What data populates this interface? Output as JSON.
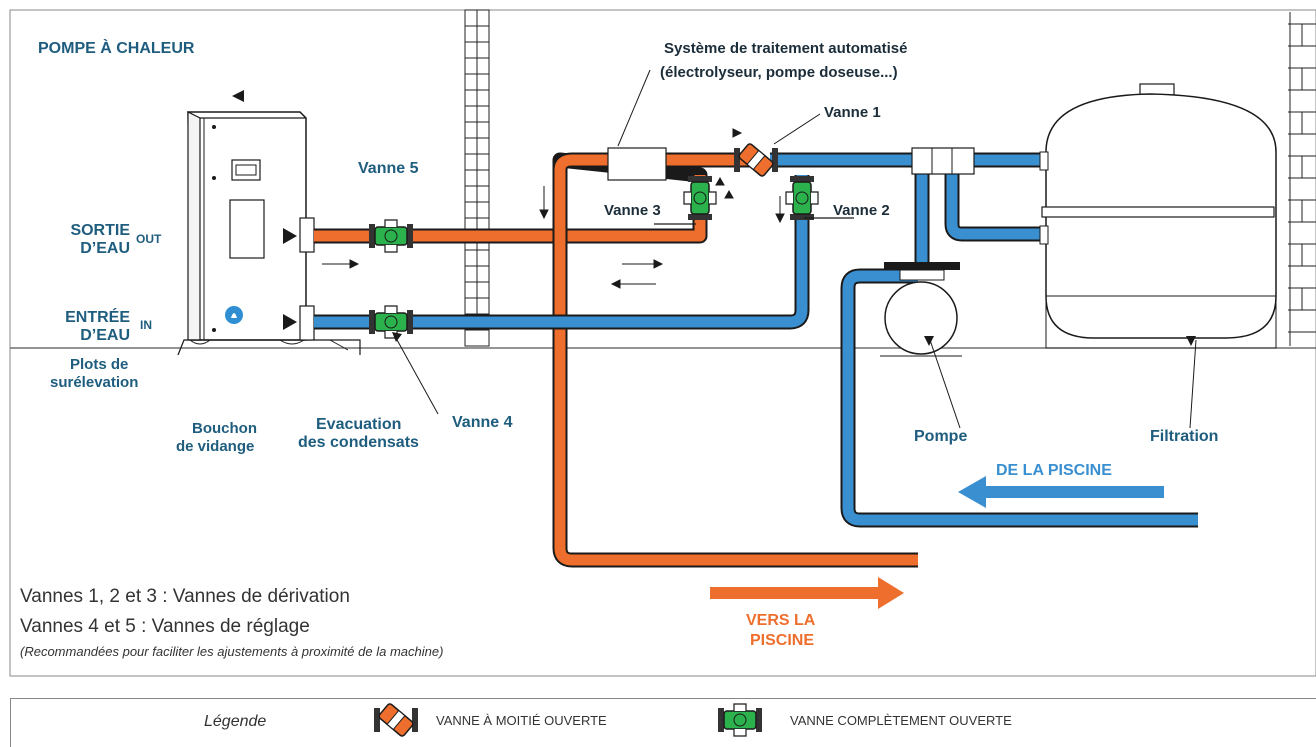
{
  "title": "POMPE À CHALEUR",
  "treatment_label": {
    "line1": "Système de traitement automatisé",
    "line2": "(électrolyseur, pompe doseuse...)"
  },
  "valves": {
    "v1": "Vanne 1",
    "v2": "Vanne 2",
    "v3": "Vanne 3",
    "v4": "Vanne 4",
    "v5": "Vanne 5"
  },
  "outlet": {
    "line1": "SORTIE",
    "line2": "D’EAU",
    "tag": "OUT"
  },
  "inlet": {
    "line1": "ENTRÉE",
    "line2": "D’EAU",
    "tag": "IN"
  },
  "plots": {
    "line1": "Plots de",
    "line2": "surélevation"
  },
  "drain": {
    "line1": "Bouchon",
    "line2": "de vidange"
  },
  "condensate": {
    "line1": "Evacuation",
    "line2": "des condensats"
  },
  "pump": "Pompe",
  "filtration": "Filtration",
  "from_pool": "DE LA PISCINE",
  "to_pool": {
    "line1": "VERS LA",
    "line2": "PISCINE"
  },
  "notes": {
    "bypass": "Vannes 1, 2 et 3 : Vannes de dérivation",
    "adjust": "Vannes 4 et 5 : Vannes de réglage",
    "recommended": "(Recommandées pour faciliter les ajustements à proximité de la machine)"
  },
  "legend": {
    "title": "Légende",
    "half_open": "VANNE À MOITIÉ OUVERTE",
    "fully_open": "VANNE COMPLÈTEMENT OUVERTE"
  },
  "colors": {
    "hot_pipe": "#ee6f2d",
    "cold_pipe": "#3a8fd0",
    "valve_green": "#2bb24c",
    "label_blue": "#1f5d7f"
  },
  "icons": [
    "heat-pump-unit",
    "valve-open-icon",
    "valve-half-open-icon",
    "pump-icon",
    "filter-tank-icon",
    "wall-brick-icon",
    "arrow-icon"
  ]
}
